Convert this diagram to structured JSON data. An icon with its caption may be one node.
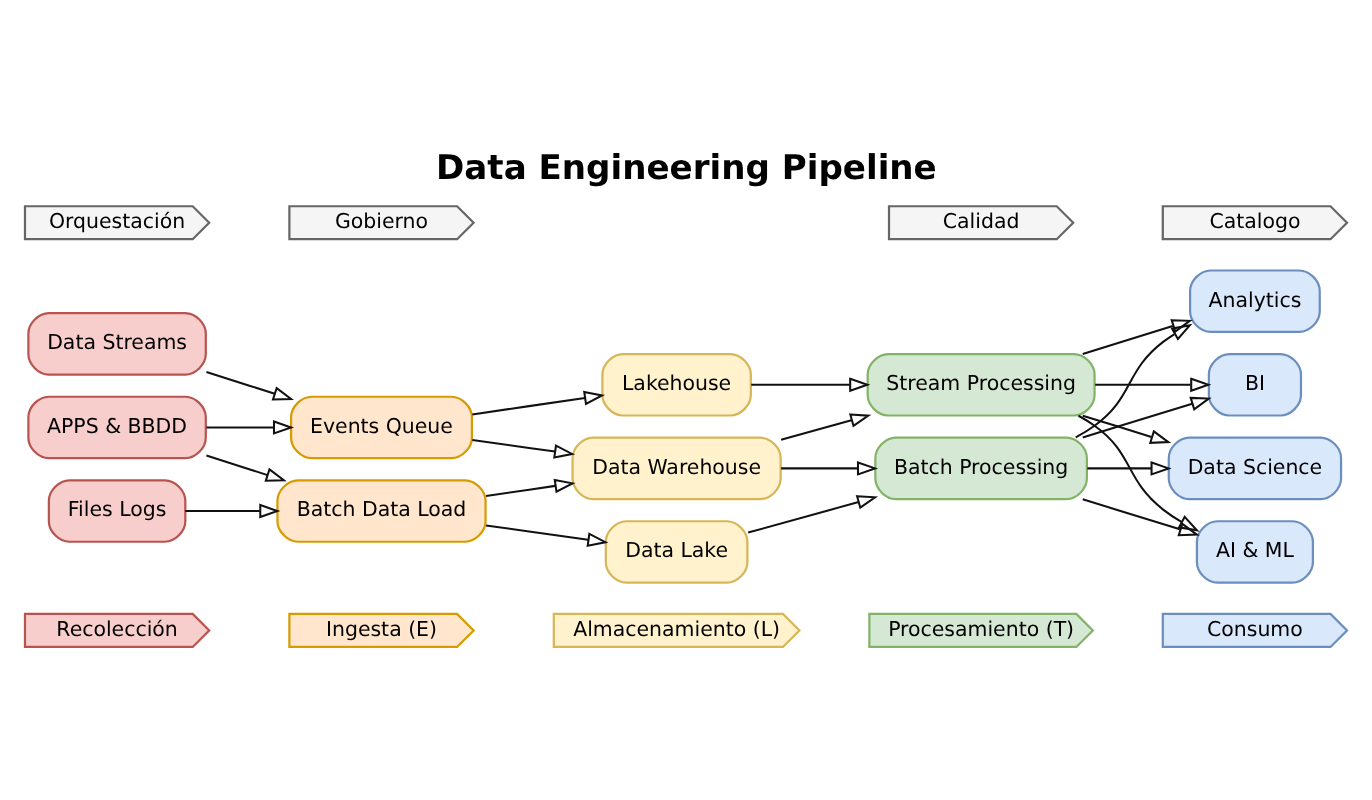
{
  "diagram": {
    "title": "Data Engineering Pipeline",
    "nodes": [
      {
        "text": [
          "Orquestación"
        ]
      },
      {
        "text": [
          "Gobierno"
        ]
      },
      {
        "text": [
          "Calidad"
        ]
      },
      {
        "text": [
          "Catalogo"
        ]
      },
      {
        "text": [
          "Data Streams"
        ]
      },
      {
        "text": [
          "APPS & BBDD"
        ]
      },
      {
        "text": [
          "Files Logs"
        ]
      },
      {
        "text": [
          "Events Queue"
        ]
      },
      {
        "text": [
          "Batch Data Load"
        ]
      },
      {
        "text": [
          "Lakehouse"
        ]
      },
      {
        "text": [
          "Data Warehouse"
        ]
      },
      {
        "text": [
          "Data Lake"
        ]
      },
      {
        "text": [
          "Stream Processing"
        ]
      },
      {
        "text": [
          "Batch Processing"
        ]
      },
      {
        "text": [
          "Analytics"
        ]
      },
      {
        "text": [
          "BI"
        ]
      },
      {
        "text": [
          "Data Science"
        ]
      },
      {
        "text": [
          "AI & ML"
        ]
      },
      {
        "text": [
          "Recolección"
        ]
      },
      {
        "text": [
          "Ingesta (E)"
        ]
      },
      {
        "text": [
          "Almacenamiento (L)"
        ]
      },
      {
        "text": [
          "Procesamiento (T)"
        ]
      },
      {
        "text": [
          "Consumo"
        ]
      }
    ],
    "edges": [
      {
        "from": 4,
        "to": 7,
        "arrow": "to"
      },
      {
        "from": 5,
        "to": 7,
        "arrow": "to"
      },
      {
        "from": 5,
        "to": 8,
        "arrow": "to"
      },
      {
        "from": 6,
        "to": 8,
        "arrow": "to"
      },
      {
        "from": 7,
        "to": 9,
        "arrow": "to"
      },
      {
        "from": 7,
        "to": 10,
        "arrow": "to"
      },
      {
        "from": 8,
        "to": 10,
        "arrow": "to"
      },
      {
        "from": 8,
        "to": 11,
        "arrow": "to"
      },
      {
        "from": 9,
        "to": 12,
        "arrow": "to"
      },
      {
        "from": 10,
        "to": 12,
        "arrow": "to"
      },
      {
        "from": 10,
        "to": 13,
        "arrow": "to"
      },
      {
        "from": 11,
        "to": 13,
        "arrow": "to"
      },
      {
        "from": 12,
        "to": 14,
        "arrow": "to"
      },
      {
        "from": 12,
        "to": 15,
        "arrow": "to"
      },
      {
        "from": 12,
        "to": 16,
        "arrow": "to"
      },
      {
        "from": 12,
        "to": 17,
        "arrow": "to"
      },
      {
        "from": 13,
        "to": 14,
        "arrow": "to"
      },
      {
        "from": 13,
        "to": 15,
        "arrow": "to"
      },
      {
        "from": 13,
        "to": 16,
        "arrow": "to"
      },
      {
        "from": 13,
        "to": 17,
        "arrow": "to"
      }
    ]
  }
}
